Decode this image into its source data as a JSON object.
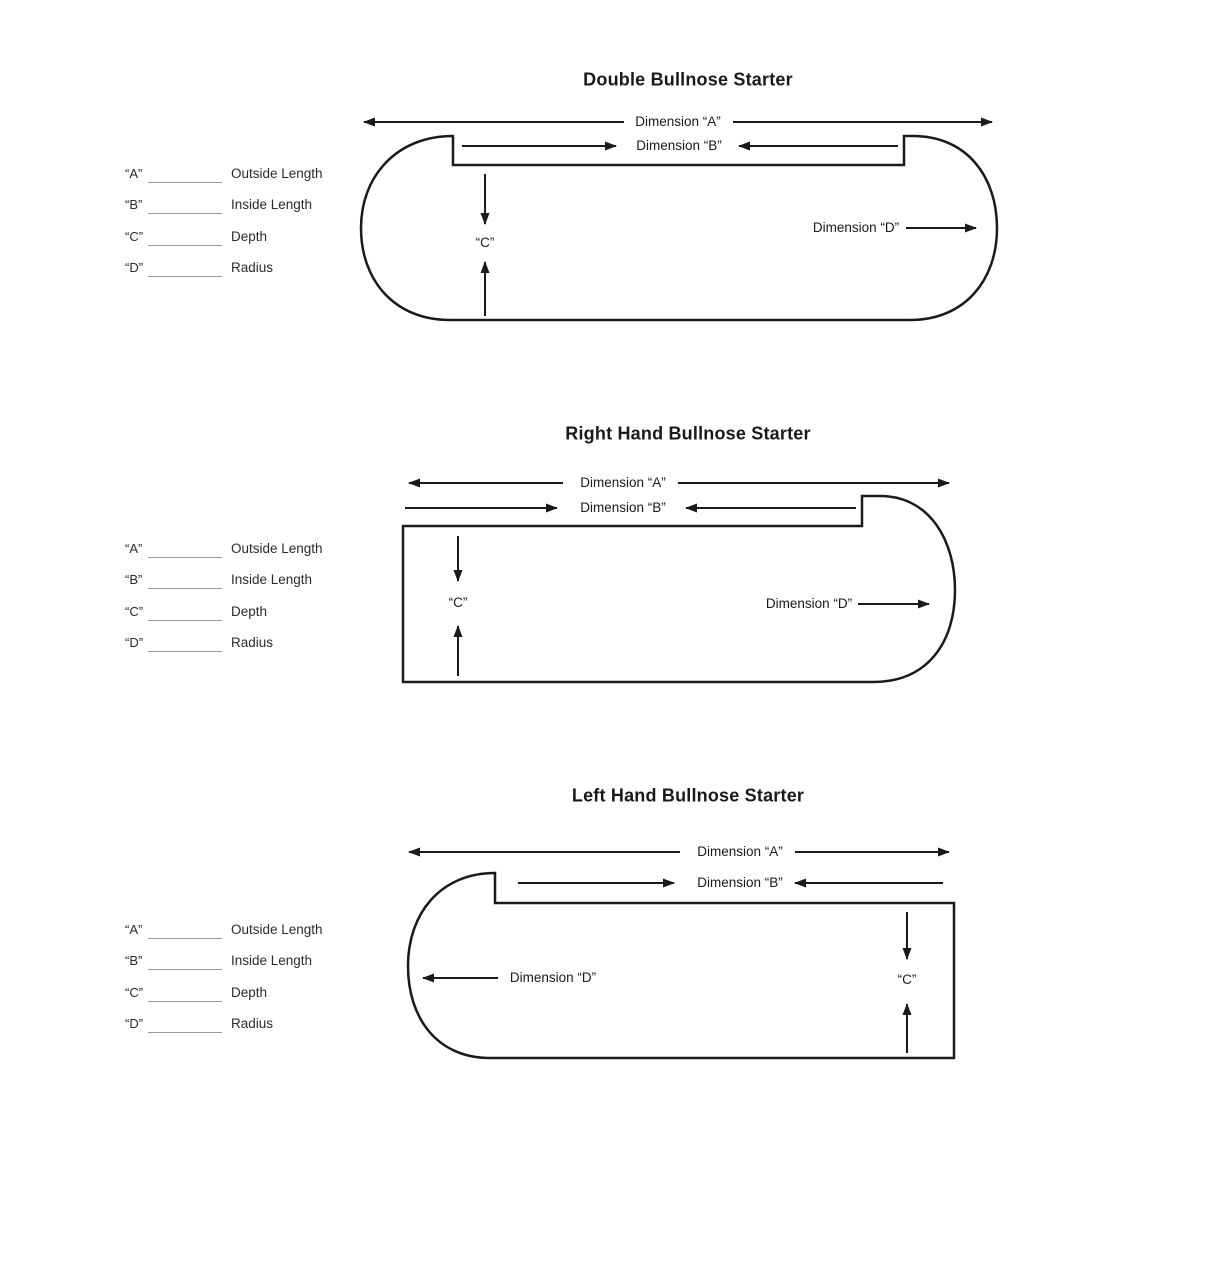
{
  "page": {
    "background_color": "#ffffff",
    "line_color": "#1a1a1a",
    "blank_line_color": "#9a9a9a"
  },
  "sections": [
    {
      "title": "Double Bullnose Starter",
      "labels": {
        "dim_a": "Dimension “A”",
        "dim_b": "Dimension “B”",
        "dim_c": "“C”",
        "dim_d": "Dimension “D”"
      },
      "form": [
        {
          "letter": "“A”",
          "value": "",
          "description": "Outside Length"
        },
        {
          "letter": "“B”",
          "value": "",
          "description": "Inside Length"
        },
        {
          "letter": "“C”",
          "value": "",
          "description": "Depth"
        },
        {
          "letter": "“D”",
          "value": "",
          "description": "Radius"
        }
      ]
    },
    {
      "title": "Right Hand Bullnose Starter",
      "labels": {
        "dim_a": "Dimension “A”",
        "dim_b": "Dimension “B”",
        "dim_c": "“C”",
        "dim_d": "Dimension “D”"
      },
      "form": [
        {
          "letter": "“A”",
          "value": "",
          "description": "Outside Length"
        },
        {
          "letter": "“B”",
          "value": "",
          "description": "Inside Length"
        },
        {
          "letter": "“C”",
          "value": "",
          "description": "Depth"
        },
        {
          "letter": "“D”",
          "value": "",
          "description": "Radius"
        }
      ]
    },
    {
      "title": "Left Hand Bullnose Starter",
      "labels": {
        "dim_a": "Dimension “A”",
        "dim_b": "Dimension “B”",
        "dim_c": "“C”",
        "dim_d": "Dimension “D”"
      },
      "form": [
        {
          "letter": "“A”",
          "value": "",
          "description": "Outside Length"
        },
        {
          "letter": "“B”",
          "value": "",
          "description": "Inside Length"
        },
        {
          "letter": "“C”",
          "value": "",
          "description": "Depth"
        },
        {
          "letter": "“D”",
          "value": "",
          "description": "Radius"
        }
      ]
    }
  ]
}
